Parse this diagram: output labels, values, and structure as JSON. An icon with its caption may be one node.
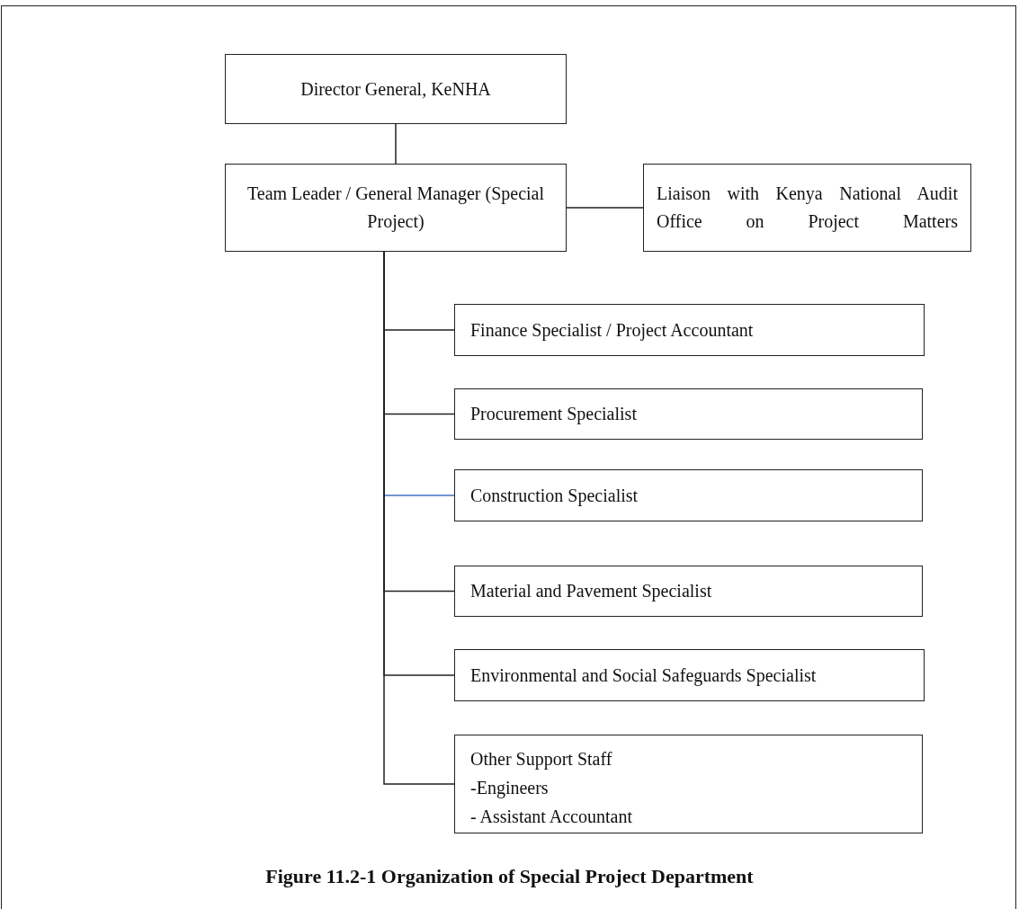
{
  "diagram": {
    "caption": "Figure 11.2-1 Organization of Special Project Department",
    "nodes": [
      {
        "text": [
          "Director General, KeNHA"
        ]
      },
      {
        "text": [
          "Team Leader / General Manager (Special Project)"
        ]
      },
      {
        "text": [
          "Liaison with Kenya National Audit Office on Project Matters"
        ]
      },
      {
        "text": [
          "Finance Specialist / Project Accountant"
        ]
      },
      {
        "text": [
          "Procurement Specialist"
        ]
      },
      {
        "text": [
          "Construction Specialist"
        ]
      },
      {
        "text": [
          "Material and Pavement Specialist"
        ]
      },
      {
        "text": [
          "Environmental and Social Safeguards Specialist"
        ]
      },
      {
        "text": [
          "Other Support Staff",
          "-Engineers",
          "- Assistant Accountant"
        ]
      }
    ],
    "edges": [
      {
        "from": 0,
        "to": 1,
        "arrow": "none"
      },
      {
        "from": 1,
        "to": 2,
        "arrow": "none"
      },
      {
        "from": 1,
        "to": 3,
        "arrow": "none"
      },
      {
        "from": 1,
        "to": 4,
        "arrow": "none"
      },
      {
        "from": 1,
        "to": 5,
        "arrow": "none",
        "color": "#4472c4"
      },
      {
        "from": 1,
        "to": 6,
        "arrow": "none"
      },
      {
        "from": 1,
        "to": 7,
        "arrow": "none"
      },
      {
        "from": 1,
        "to": 8,
        "arrow": "none"
      }
    ]
  }
}
